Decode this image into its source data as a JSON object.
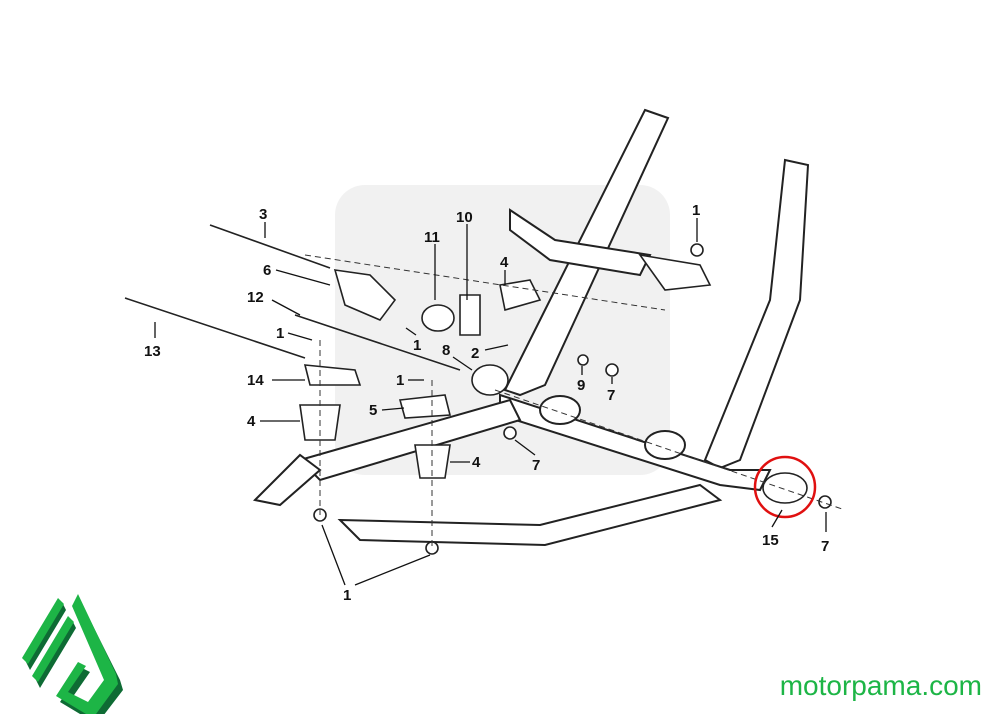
{
  "callouts": [
    "3",
    "6",
    "11",
    "10",
    "4",
    "1",
    "12",
    "1",
    "13",
    "1",
    "8",
    "2",
    "9",
    "7",
    "14",
    "1",
    "4",
    "5",
    "4",
    "7",
    "15",
    "7",
    "1"
  ],
  "highlighted_part": "15",
  "highlight_color": "#e01010",
  "brand": {
    "logo_text": "mp",
    "website": "motorpama.com",
    "color": "#1db546"
  }
}
